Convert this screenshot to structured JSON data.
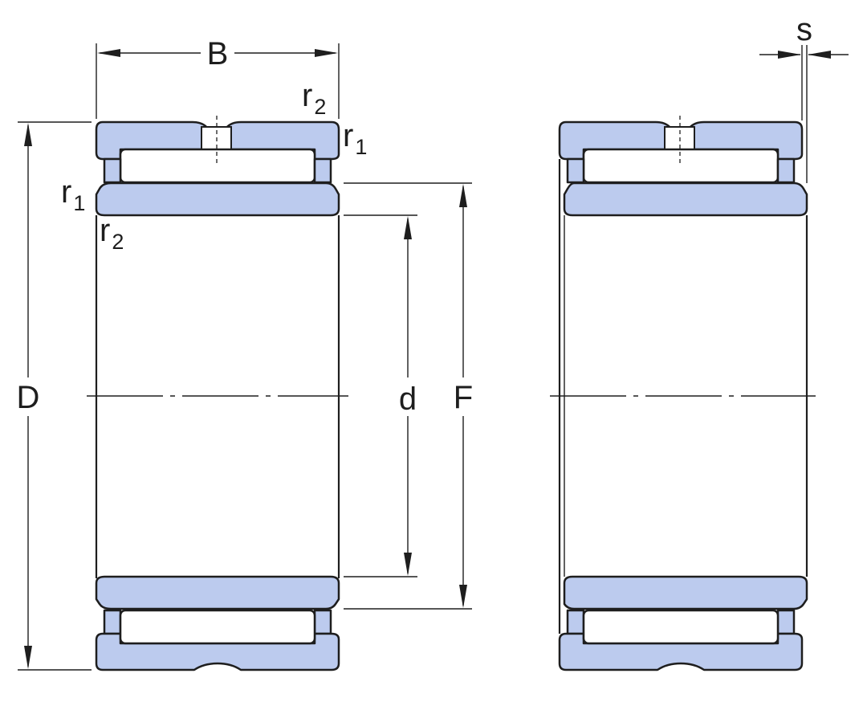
{
  "labels": {
    "B": "B",
    "D": "D",
    "d": "d",
    "F": "F",
    "s": "s",
    "r": "r",
    "sub1": "1",
    "sub2": "2"
  },
  "colors": {
    "part_fill": "#bccbee",
    "outline": "#1e1e1e",
    "background": "#ffffff"
  }
}
